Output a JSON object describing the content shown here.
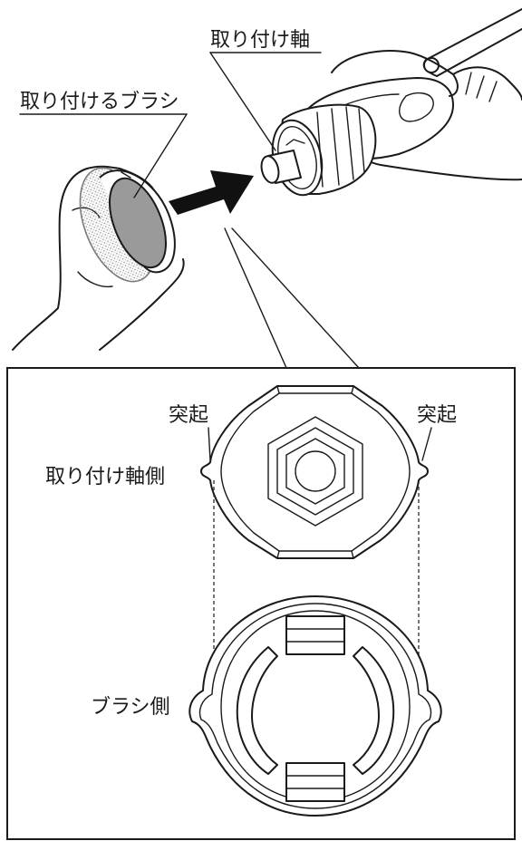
{
  "labels": {
    "mounting_shaft": "取り付け軸",
    "brush_to_attach": "取り付けるブラシ",
    "protrusion_left": "突起",
    "protrusion_right": "突起",
    "shaft_side": "取り付け軸側",
    "brush_side": "ブラシ側"
  },
  "colors": {
    "line": "#1a1a1a",
    "brush_face": "#9a9a9a",
    "bristles": "#cfcfcf",
    "arrow": "#111111",
    "background": "#ffffff"
  }
}
